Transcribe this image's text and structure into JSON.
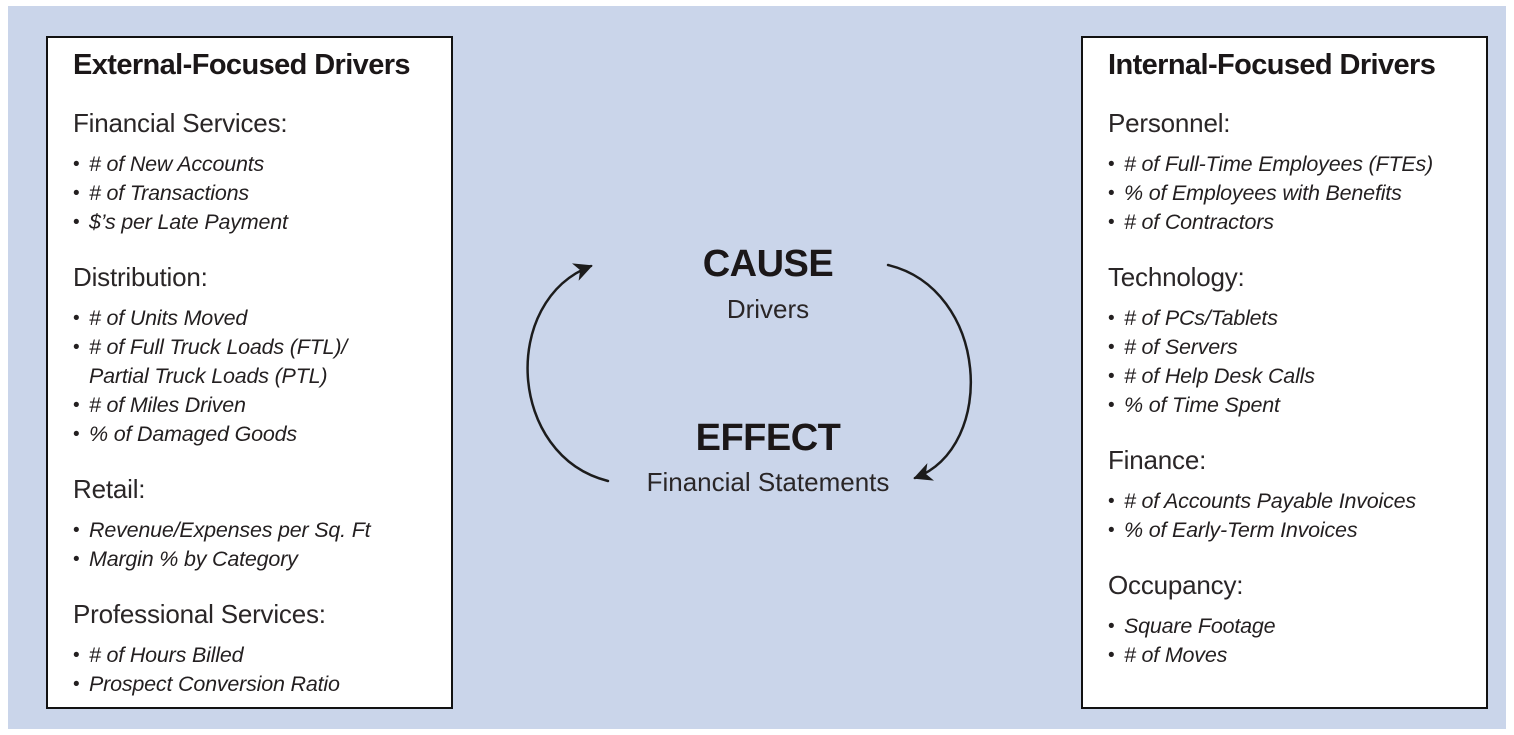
{
  "left_panel": {
    "title": "External-Focused Drivers",
    "sections": [
      {
        "heading": "Financial Services:",
        "items": [
          "# of New Accounts",
          "# of Transactions",
          "$’s per Late Payment"
        ]
      },
      {
        "heading": "Distribution:",
        "items": [
          "# of Units Moved",
          "# of Full Truck Loads (FTL)/\nPartial Truck Loads (PTL)",
          "# of Miles Driven",
          "% of Damaged Goods"
        ]
      },
      {
        "heading": "Retail:",
        "items": [
          "Revenue/Expenses per Sq. Ft",
          "Margin % by Category"
        ]
      },
      {
        "heading": "Professional Services:",
        "items": [
          "# of Hours Billed",
          "Prospect Conversion Ratio"
        ]
      }
    ]
  },
  "right_panel": {
    "title": "Internal-Focused Drivers",
    "sections": [
      {
        "heading": "Personnel:",
        "items": [
          "# of Full-Time Employees (FTEs)",
          "% of Employees with Benefits",
          "# of Contractors"
        ]
      },
      {
        "heading": "Technology:",
        "items": [
          "# of PCs/Tablets",
          "# of Servers",
          "# of Help Desk Calls",
          "% of Time Spent"
        ]
      },
      {
        "heading": "Finance:",
        "items": [
          "# of Accounts Payable Invoices",
          "% of Early-Term Invoices"
        ]
      },
      {
        "heading": "Occupancy:",
        "items": [
          "Square Footage",
          "# of Moves"
        ]
      }
    ]
  },
  "center": {
    "cause_label": "CAUSE",
    "cause_sublabel": "Drivers",
    "effect_label": "EFFECT",
    "effect_sublabel": "Financial Statements"
  },
  "colors": {
    "canvas_bg": "#cad5ea",
    "panel_bg": "#ffffff",
    "panel_border": "#121212",
    "text": "#231f20",
    "arrow": "#1c1c1c"
  }
}
